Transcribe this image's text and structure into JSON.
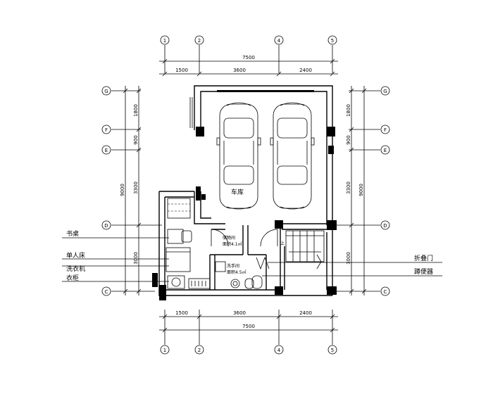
{
  "axes": {
    "columns": [
      "1",
      "2",
      "4",
      "5"
    ],
    "rows": [
      "G",
      "F",
      "E",
      "D",
      "C"
    ]
  },
  "dimensions": {
    "top_total": "7500",
    "top_segments": [
      "1500",
      "3600",
      "2400"
    ],
    "bottom_total": "7500",
    "bottom_segments": [
      "1500",
      "3600",
      "2400"
    ],
    "left_total": "9000",
    "left_segments": [
      "1800",
      "900",
      "3300",
      "3000"
    ],
    "right_total": "9000",
    "right_segments": [
      "1800",
      "900",
      "3300",
      "3000"
    ]
  },
  "rooms": {
    "garage": "车库",
    "storage": "储物间",
    "storage_area": "面积4.1㎡",
    "washroom": "洗手间",
    "washroom_area": "面积4.5㎡",
    "stair_mark": "上"
  },
  "callouts_left": [
    "书桌",
    "单人床",
    "洗衣机",
    "衣柜"
  ],
  "callouts_right": [
    "折叠门",
    "蹲便器"
  ]
}
